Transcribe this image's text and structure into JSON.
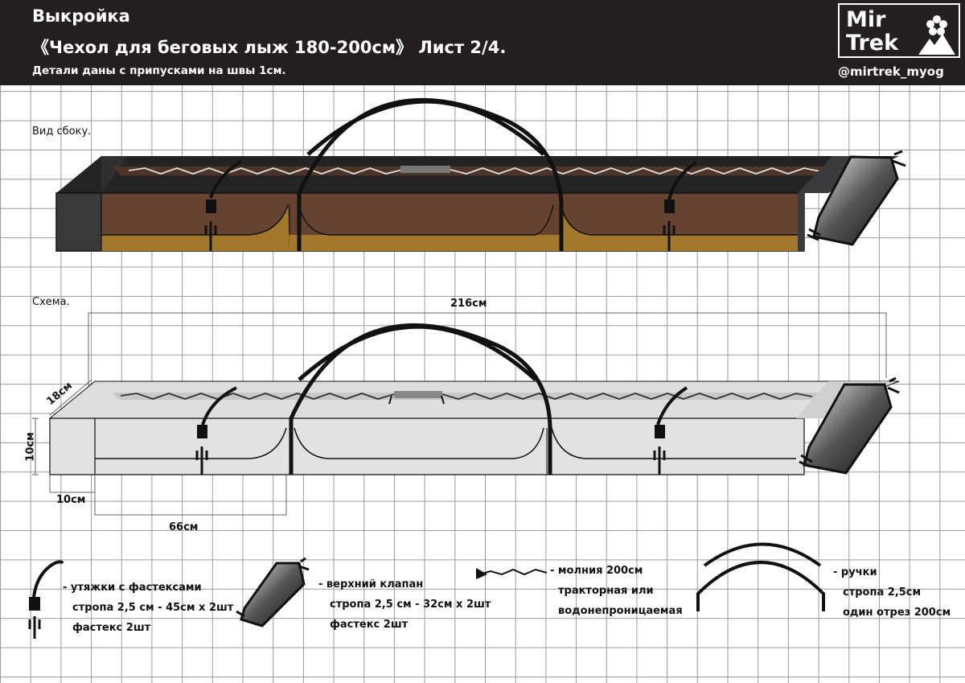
{
  "header": {
    "line1": "Выкройка",
    "line2": "《Чехол для беговых лыж 180-200см》 Лист 2/4.",
    "line3": "Детали даны с припусками на швы 1см."
  },
  "logo": {
    "line1": "Mir",
    "line2": "Trek",
    "handle": "@mirtrek_myog"
  },
  "side_view": {
    "label": "Вид сбоку."
  },
  "scheme": {
    "label": "Схема.",
    "dim_length": "216см",
    "dim_width": "18см",
    "dim_height": "10см",
    "dim_end": "10см",
    "dim_section": "66см"
  },
  "legend": {
    "straps": {
      "line1": "- утяжки с фастексами",
      "line2": "стропа 2,5 см - 45см х 2шт",
      "line3": "фастекс 2шт"
    },
    "flap": {
      "line1": "- верхний клапан",
      "line2": "стропа 2,5 см - 32см х 2шт",
      "line3": "фастекс 2шт"
    },
    "zipper": {
      "line1": "- молния 200см",
      "line2": "тракторная или",
      "line3": "водонепроницаемая"
    },
    "handles": {
      "line1": "- ручки",
      "line2": "стропа 2,5см",
      "line3": "один отрез 200см"
    }
  },
  "colors": {
    "header": "#231f20",
    "brown": "#664331",
    "gold": "#a2782c",
    "dark": "#3a3a3c",
    "scheme": "#e0e0e0"
  }
}
